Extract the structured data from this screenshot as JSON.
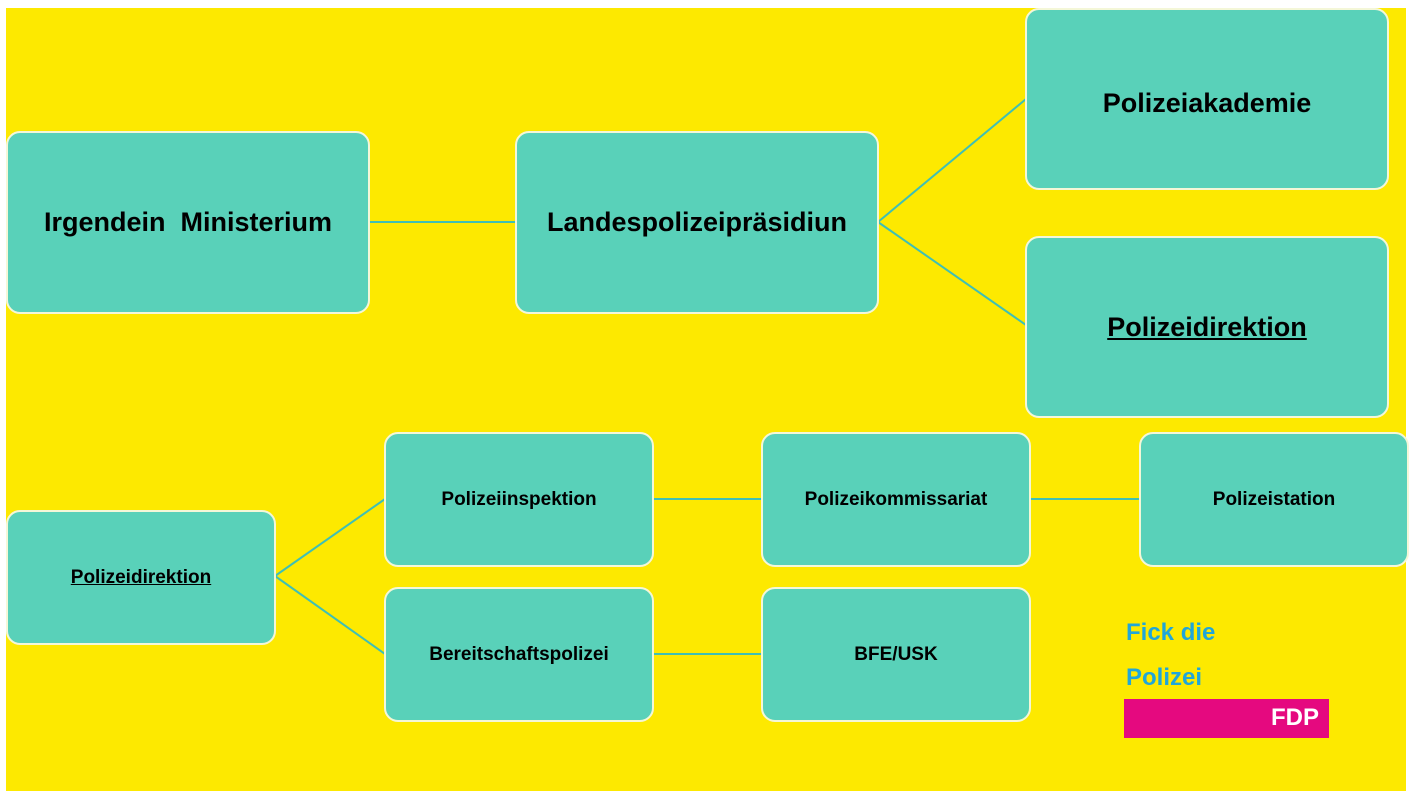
{
  "colors": {
    "background": "#fde900",
    "box_fill": "#59d1b9",
    "box_border": "#f4f7d8",
    "line": "#3fbfb5",
    "logo_text": "#21a6d9",
    "logo_bar": "#e5097f"
  },
  "top_row": {
    "ministerium": "Irgendein  Ministerium",
    "landespolizei": "Landespolizeipräsidiun",
    "akademie": "Polizeiakademie",
    "direktion": "Polizeidirektion"
  },
  "bottom_row": {
    "direktion": "Polizeidirektion",
    "inspektion": "Polizeiinspektion",
    "kommissariat": "Polizeikommissariat",
    "station": "Polizeistation",
    "bereitschaft": "Bereitschaftspolizei",
    "bfe": "BFE/USK"
  },
  "logo": {
    "line1": "Fick die",
    "line2": "Polizei",
    "party": "FDP"
  }
}
